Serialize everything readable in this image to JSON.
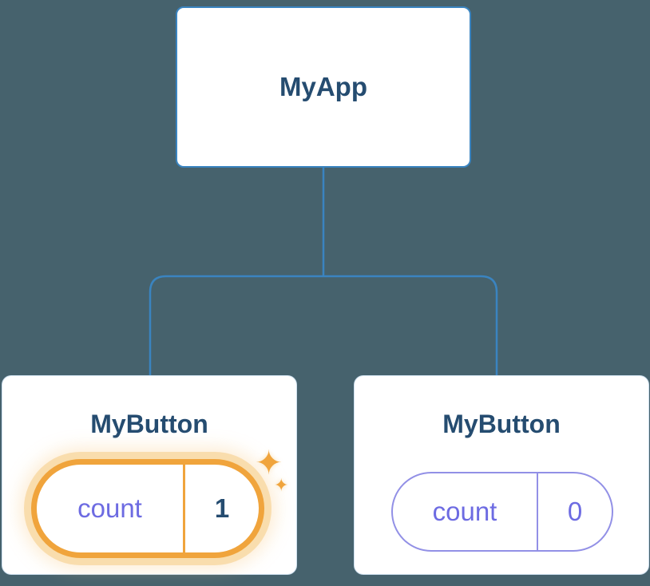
{
  "colors": {
    "background": "#46626d",
    "line": "#3a84c0",
    "card-bg": "#ffffff",
    "navy": "#254c70",
    "purple": "#6d6be2",
    "purple-border": "#9290e6",
    "orange": "#f0a43c",
    "orange-glow": "#f8d9a4"
  },
  "icons": {
    "sparkle": "✦"
  },
  "tree": {
    "root": {
      "label": "MyApp"
    },
    "children": [
      {
        "label": "MyButton",
        "state": {
          "name": "count",
          "value": "1"
        },
        "highlighted": true
      },
      {
        "label": "MyButton",
        "state": {
          "name": "count",
          "value": "0"
        },
        "highlighted": false
      }
    ]
  }
}
